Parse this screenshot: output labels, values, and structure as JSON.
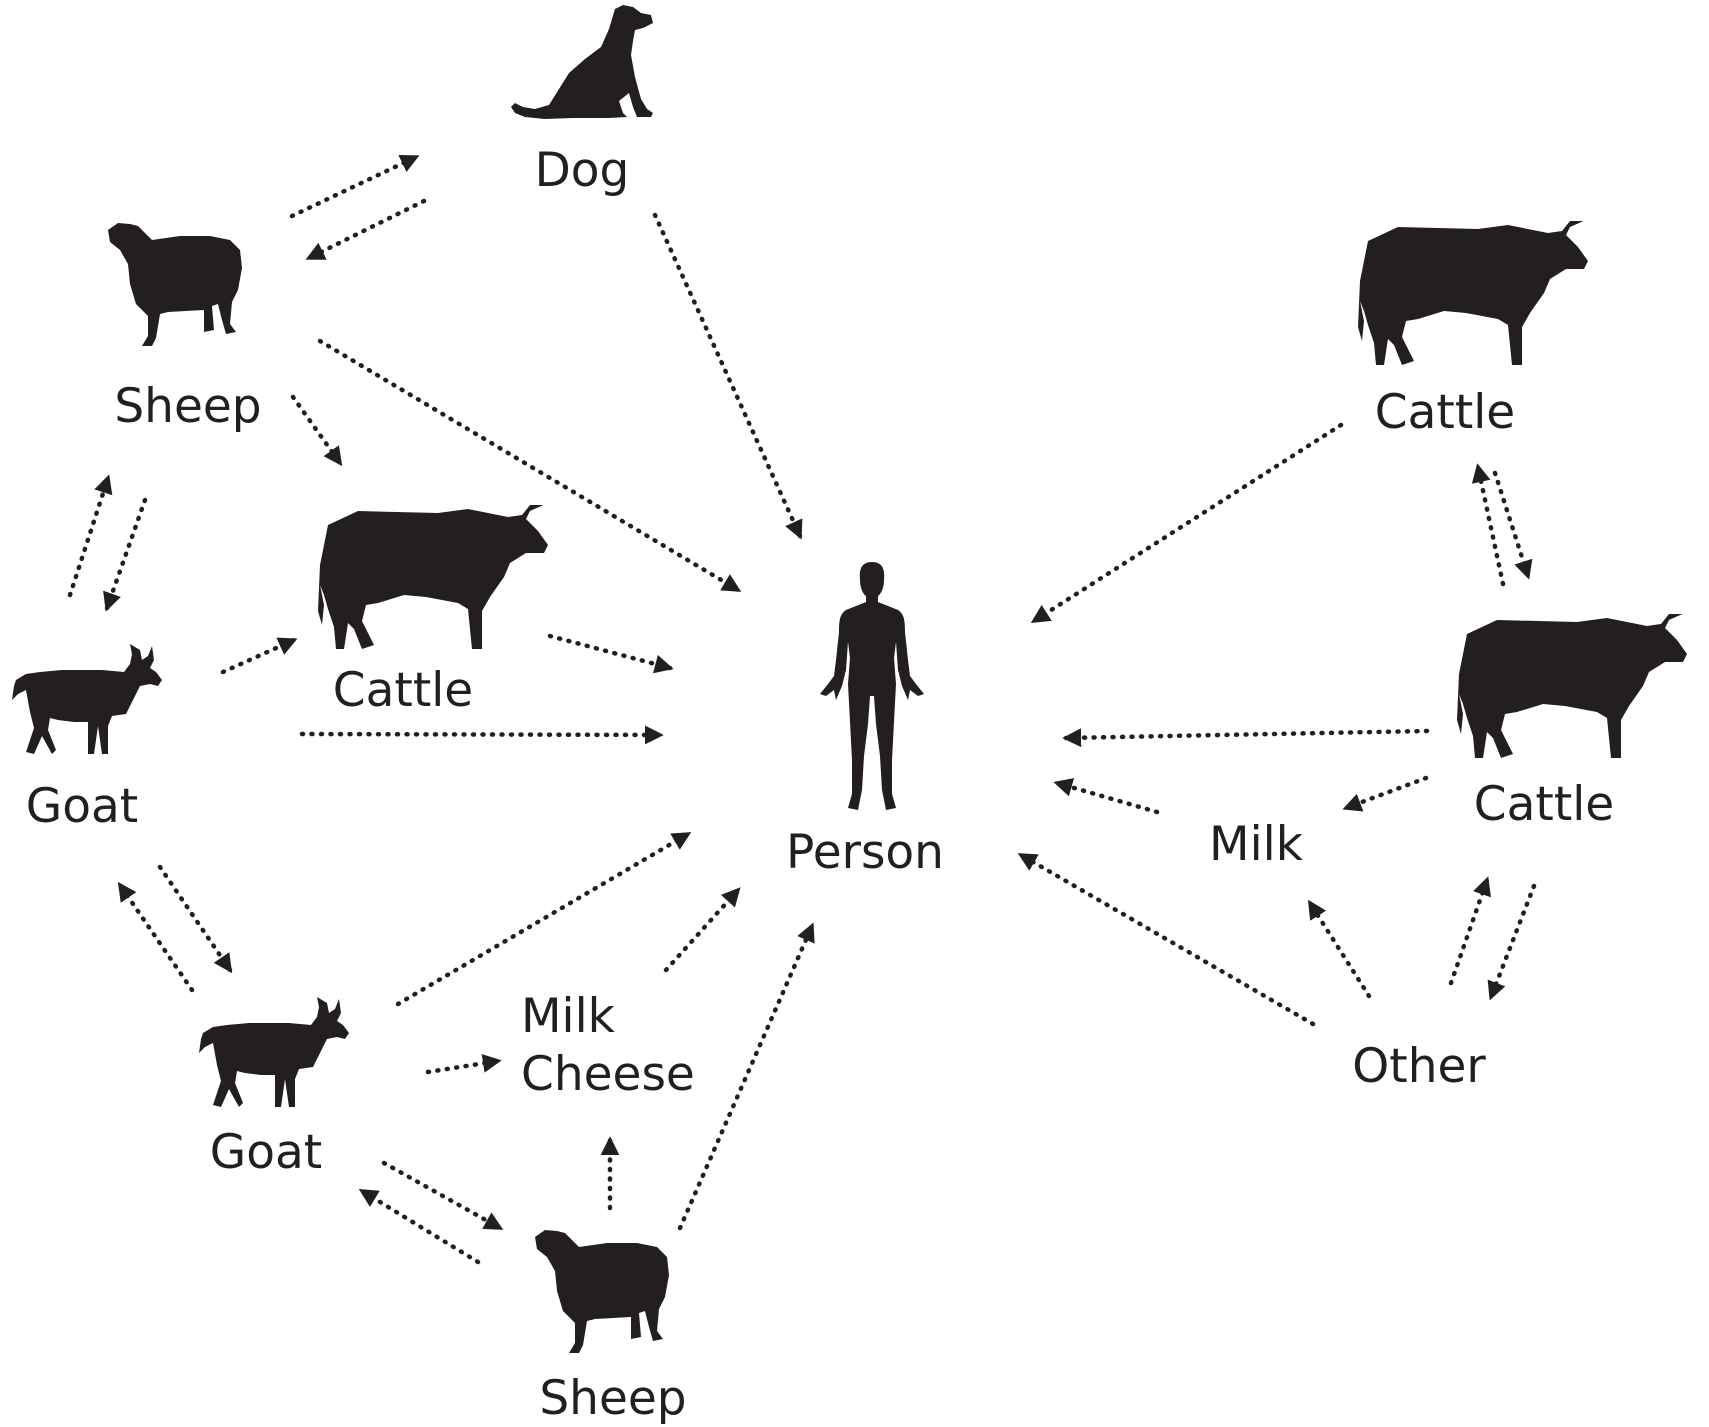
{
  "nodes": {
    "dog": {
      "label": "Dog",
      "icon": "dog-icon"
    },
    "sheep_top": {
      "label": "Sheep",
      "icon": "sheep-icon"
    },
    "cattle_center": {
      "label": "Cattle",
      "icon": "cattle-icon"
    },
    "goat_left": {
      "label": "Goat",
      "icon": "goat-icon"
    },
    "goat_bottom": {
      "label": "Goat",
      "icon": "goat-icon"
    },
    "milk_cheese": {
      "label_line1": "Milk",
      "label_line2": "Cheese"
    },
    "sheep_bottom": {
      "label": "Sheep",
      "icon": "sheep-icon"
    },
    "person": {
      "label": "Person",
      "icon": "person-icon"
    },
    "cattle_right_top": {
      "label": "Cattle",
      "icon": "cattle-icon"
    },
    "cattle_right_mid": {
      "label": "Cattle",
      "icon": "cattle-icon"
    },
    "milk_right": {
      "label": "Milk"
    },
    "other": {
      "label": "Other"
    }
  },
  "edges": [
    {
      "from": "sheep_top",
      "to": "dog"
    },
    {
      "from": "dog",
      "to": "sheep_top"
    },
    {
      "from": "dog",
      "to": "person"
    },
    {
      "from": "sheep_top",
      "to": "person"
    },
    {
      "from": "sheep_top",
      "to": "cattle_center"
    },
    {
      "from": "goat_left",
      "to": "sheep_top"
    },
    {
      "from": "sheep_top",
      "to": "goat_left"
    },
    {
      "from": "goat_left",
      "to": "cattle_center"
    },
    {
      "from": "cattle_center",
      "to": "person"
    },
    {
      "from": "goat_left",
      "to": "person"
    },
    {
      "from": "goat_left",
      "to": "goat_bottom"
    },
    {
      "from": "goat_bottom",
      "to": "goat_left"
    },
    {
      "from": "goat_bottom",
      "to": "person"
    },
    {
      "from": "goat_bottom",
      "to": "milk_cheese"
    },
    {
      "from": "milk_cheese",
      "to": "person"
    },
    {
      "from": "goat_bottom",
      "to": "sheep_bottom"
    },
    {
      "from": "sheep_bottom",
      "to": "goat_bottom"
    },
    {
      "from": "sheep_bottom",
      "to": "milk_cheese"
    },
    {
      "from": "sheep_bottom",
      "to": "person"
    },
    {
      "from": "cattle_right_top",
      "to": "person"
    },
    {
      "from": "cattle_right_top",
      "to": "cattle_right_mid"
    },
    {
      "from": "cattle_right_mid",
      "to": "cattle_right_top"
    },
    {
      "from": "cattle_right_mid",
      "to": "person"
    },
    {
      "from": "cattle_right_mid",
      "to": "milk_right"
    },
    {
      "from": "milk_right",
      "to": "person"
    },
    {
      "from": "other",
      "to": "person"
    },
    {
      "from": "other",
      "to": "milk_right"
    },
    {
      "from": "other",
      "to": "cattle_right_mid"
    },
    {
      "from": "cattle_right_mid",
      "to": "other"
    }
  ],
  "colors": {
    "ink": "#231f20",
    "background": "#ffffff"
  }
}
